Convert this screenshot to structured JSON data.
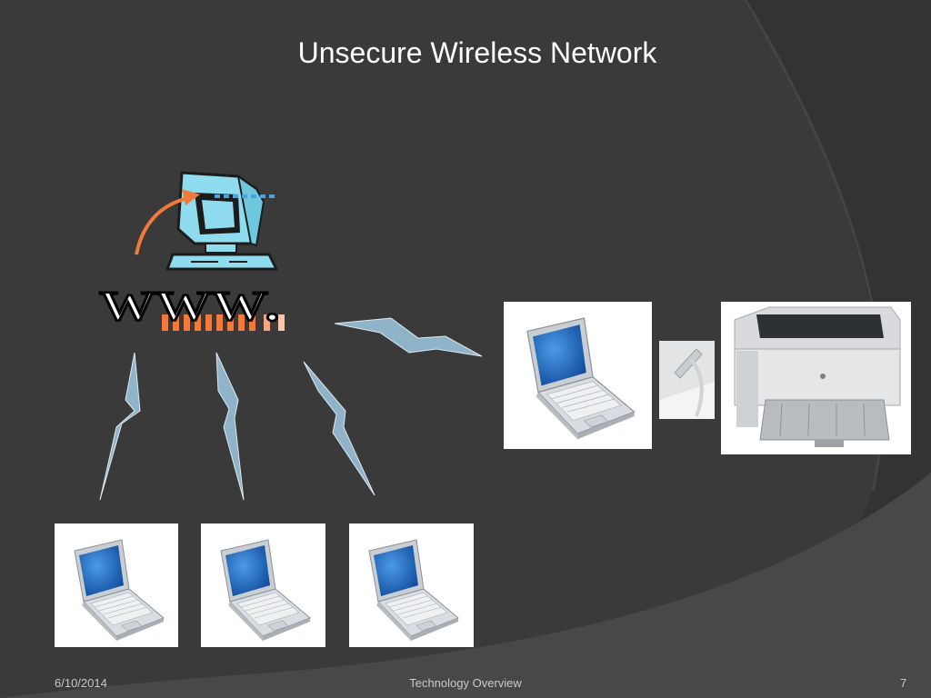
{
  "slide": {
    "title": "Unsecure Wireless Network",
    "footer_date": "6/10/2014",
    "footer_center": "Technology Overview",
    "page_number": "7"
  },
  "diagram": {
    "internet_label": "www.",
    "colors": {
      "background": "#3a3a3a",
      "bolt": "#8fb3c8",
      "monitor": "#8fdcef",
      "arrow": "#f07a3c",
      "dots_blue": "#4aa3e0",
      "dots_orange": "#f07a3c",
      "screen_blue": "#1a5fb4"
    },
    "icons": [
      "internet-computer-icon",
      "laptop-icon",
      "printer-icon",
      "usb-cable-icon",
      "lightning-bolt-icon"
    ]
  }
}
